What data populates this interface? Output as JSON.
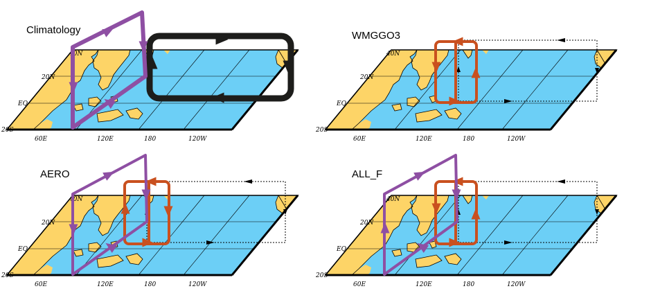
{
  "panels": [
    {
      "id": "climatology",
      "title": "Climatology",
      "latitude_labels": [
        "40N",
        "20N",
        "EQ",
        "20S"
      ],
      "longitude_labels": [
        "60E",
        "120E",
        "180",
        "120W"
      ]
    },
    {
      "id": "wmggo3",
      "title": "WMGGO3",
      "latitude_labels": [
        "40N",
        "20N",
        "EQ",
        "20S"
      ],
      "longitude_labels": [
        "60E",
        "120E",
        "180",
        "120W"
      ]
    },
    {
      "id": "aero",
      "title": "AERO",
      "latitude_labels": [
        "40N",
        "20N",
        "EQ",
        "20S"
      ],
      "longitude_labels": [
        "60E",
        "120E",
        "180",
        "120W"
      ]
    },
    {
      "id": "all_f",
      "title": "ALL_F",
      "latitude_labels": [
        "40N",
        "20N",
        "EQ",
        "20S"
      ],
      "longitude_labels": [
        "60E",
        "120E",
        "180",
        "120W"
      ]
    }
  ],
  "colors": {
    "ocean": "#6ccff6",
    "land": "#fdd467",
    "hadley_cell": "#8e4fa3",
    "regional_cell": "#c9501f",
    "walker_cell": "#1d1d1b"
  }
}
